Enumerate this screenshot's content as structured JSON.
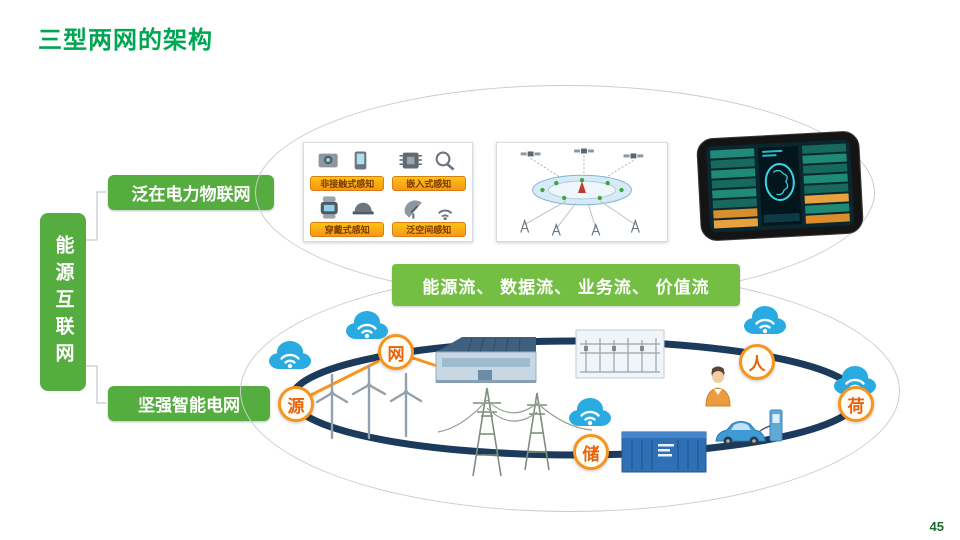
{
  "slide": {
    "title": "三型两网的架构",
    "page_number": "45"
  },
  "left_panel": {
    "vertical_label": "能源互联网"
  },
  "labels": {
    "iot": "泛在电力物联网",
    "smart_grid": "坚强智能电网"
  },
  "banner": {
    "text": "能源流、 数据流、 业务流、 价值流"
  },
  "sensing_panel": {
    "items": [
      {
        "label": "非接触式感知"
      },
      {
        "label": "嵌入式感知"
      },
      {
        "label": "穿戴式感知"
      },
      {
        "label": "泛空间感知"
      }
    ]
  },
  "ring_nodes": [
    {
      "id": "source",
      "label": "源"
    },
    {
      "id": "grid",
      "label": "网"
    },
    {
      "id": "storage",
      "label": "储"
    },
    {
      "id": "people",
      "label": "人"
    },
    {
      "id": "load",
      "label": "荷"
    }
  ],
  "colors": {
    "title-green": "#00A651",
    "box-green": "#55AC3F",
    "banner-green": "#74BE44",
    "orange": "#F7941D",
    "node-text": "#E8630C",
    "ring-navy": "#1B3A5C",
    "cloud-blue": "#29ABE2",
    "page-green": "#1E6B2F"
  }
}
